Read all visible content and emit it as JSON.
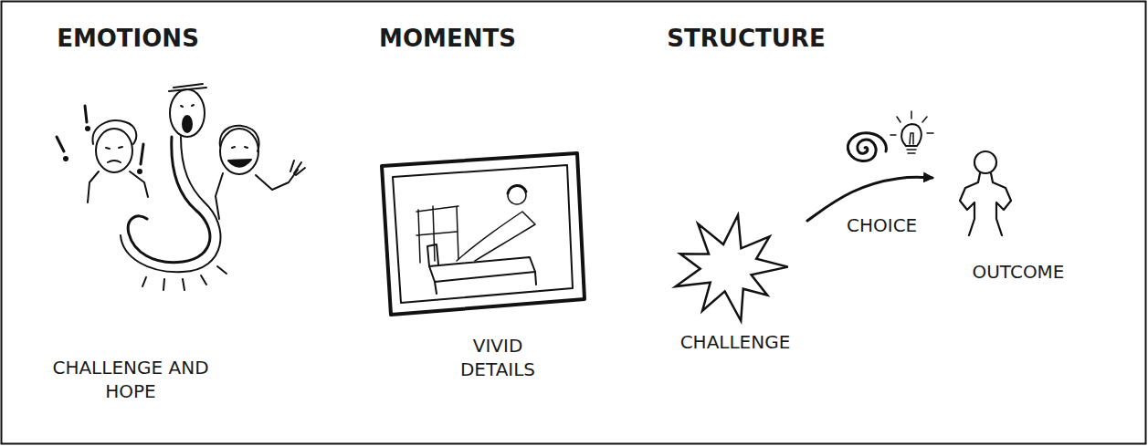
{
  "diagram": {
    "nodes": [
      {
        "text": [
          "CHALLENGE"
        ]
      },
      {
        "text": [
          "OUTCOME"
        ]
      }
    ],
    "edges": [
      {
        "from": 0,
        "to": 1,
        "arrow": "to",
        "label": "CHOICE"
      }
    ],
    "labels": [
      "EMOTIONS",
      "MOMENTS",
      "STRUCTURE",
      "CHALLENGE AND HOPE",
      "VIVID DETAILS"
    ]
  }
}
